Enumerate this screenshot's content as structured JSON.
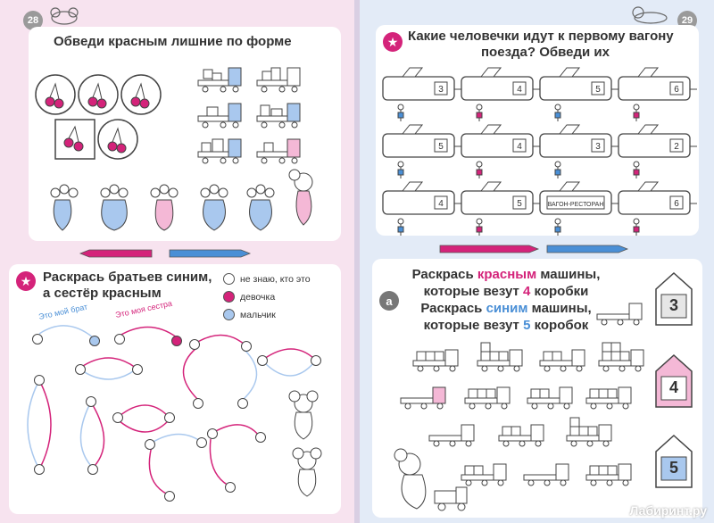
{
  "pages": {
    "left": {
      "number": "28",
      "task1": {
        "title": "Обведи красным лишние по форме"
      },
      "task2": {
        "title_line1": "Раскрась братьев синим,",
        "title_line2": "а сестёр красным",
        "legend": [
          {
            "label": "не знаю, кто это",
            "type": "unknown"
          },
          {
            "label": "девочка",
            "type": "girl"
          },
          {
            "label": "мальчик",
            "type": "boy"
          }
        ],
        "arrow_label_brother": "Это мой брат",
        "arrow_label_sister": "Это моя сестра"
      }
    },
    "right": {
      "number": "29",
      "task1": {
        "title_line1": "Какие человечки идут к первому вагону",
        "title_line2": "поезда?  Обведи их",
        "trains": [
          {
            "wagons": [
              "3",
              "4",
              "5",
              "6"
            ]
          },
          {
            "wagons": [
              "5",
              "4",
              "3",
              "2"
            ]
          },
          {
            "wagons": [
              "4",
              "5",
              "ВАГОН-РЕСТОРАН",
              "6"
            ]
          }
        ]
      },
      "task2": {
        "badge": "а",
        "line1_pre": "Раскрась ",
        "line1_color": "красным",
        "line1_post": " машины,",
        "line2_pre": "которые везут ",
        "line2_num": "4",
        "line2_post": " коробки",
        "line3_pre": "Раскрась ",
        "line3_color": "синим",
        "line3_post": " машины,",
        "line4_pre": "которые везут ",
        "line4_num": "5",
        "line4_post": " коробок",
        "houses": [
          "3",
          "4",
          "5"
        ]
      }
    }
  },
  "logo": "Лабиринт.ру",
  "colors": {
    "pink": "#d4237a",
    "blue": "#4a8fd6",
    "light_pink": "#f4b8d6",
    "light_blue": "#a9c8ee"
  }
}
